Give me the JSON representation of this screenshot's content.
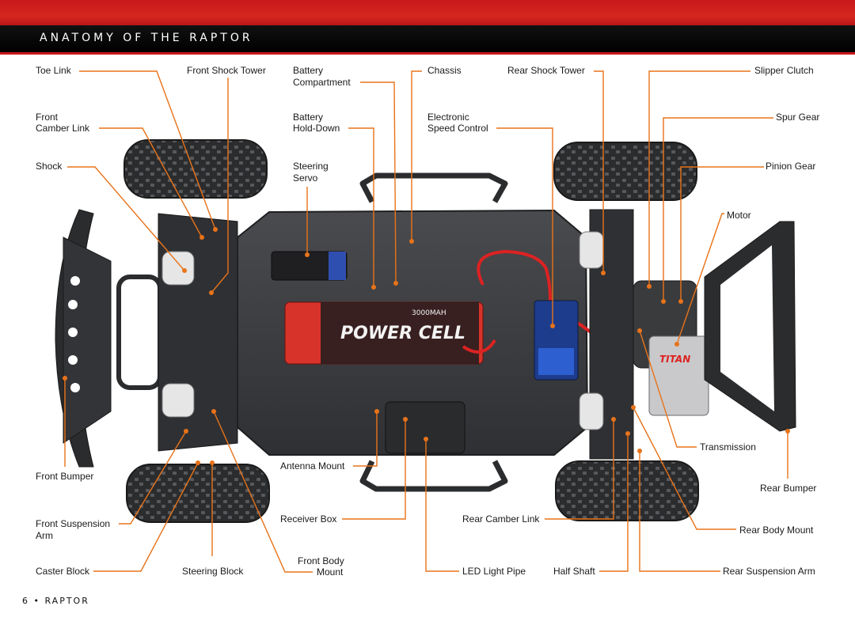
{
  "header": {
    "title": "ANATOMY OF THE RAPTOR"
  },
  "labels": {
    "toe_link": "Toe Link",
    "front_shock_tower": "Front Shock Tower",
    "battery_compartment_1": "Battery",
    "battery_compartment_2": "Compartment",
    "chassis": "Chassis",
    "rear_shock_tower": "Rear Shock Tower",
    "slipper_clutch": "Slipper Clutch",
    "front_camber_link_1": "Front",
    "front_camber_link_2": "Camber Link",
    "battery_hold_down_1": "Battery",
    "battery_hold_down_2": "Hold-Down",
    "esc_1": "Electronic",
    "esc_2": "Speed Control",
    "spur_gear": "Spur Gear",
    "shock": "Shock",
    "steering_servo_1": "Steering",
    "steering_servo_2": "Servo",
    "pinion_gear": "Pinion Gear",
    "motor": "Motor",
    "transmission": "Transmission",
    "front_bumper": "Front Bumper",
    "antenna_mount": "Antenna Mount",
    "rear_bumper": "Rear Bumper",
    "front_suspension_arm_1": "Front Suspension",
    "front_suspension_arm_2": "Arm",
    "receiver_box": "Receiver Box",
    "rear_camber_link": "Rear Camber Link",
    "rear_body_mount": "Rear Body Mount",
    "caster_block": "Caster Block",
    "steering_block": "Steering Block",
    "front_body_mount_1": "Front Body",
    "front_body_mount_2": "Mount",
    "led_light_pipe": "LED Light Pipe",
    "half_shaft": "Half Shaft",
    "rear_suspension_arm": "Rear Suspension Arm"
  },
  "decals": {
    "battery_brand": "POWER CELL",
    "battery_capacity": "3000MAH",
    "motor_brand": "TITAN"
  },
  "footer": {
    "text": "6 • RAPTOR"
  },
  "colors": {
    "accent_red": "#c8191c",
    "leader_orange": "#e8731a",
    "chassis": "#3a3b3d"
  }
}
